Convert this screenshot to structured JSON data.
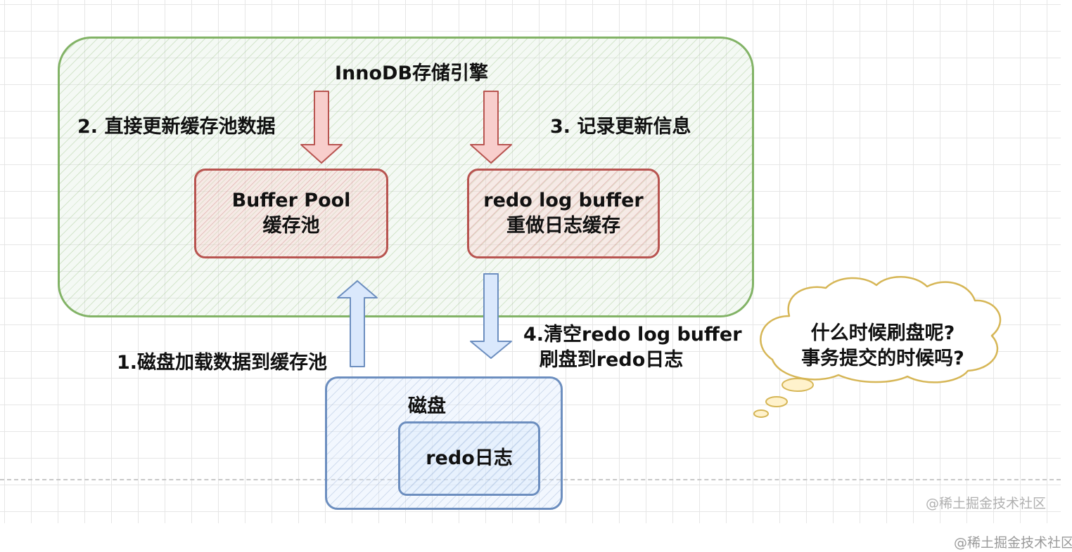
{
  "engine_label": "InnoDB存储引擎",
  "buffer_pool": {
    "line1": "Buffer Pool",
    "line2": "缓存池"
  },
  "redo_log_buffer": {
    "line1": "redo log buffer",
    "line2": "重做日志缓存"
  },
  "steps": {
    "step1": "1.磁盘加载数据到缓存池",
    "step2": "2. 直接更新缓存池数据",
    "step3": "3. 记录更新信息",
    "step4_line1": "4.清空redo log buffer",
    "step4_line2": "刷盘到redo日志"
  },
  "disk": {
    "label": "磁盘",
    "inner_label": "redo日志"
  },
  "thought_bubble": {
    "line1": "什么时候刷盘呢?",
    "line2": "事务提交的时候吗?"
  },
  "watermarks": {
    "inner": "@稀土掘金技术社区",
    "outer": "@稀土掘金技术社区"
  },
  "colors": {
    "engine_border": "#82b366",
    "buffer_border": "#b85450",
    "disk_border": "#6c8ebf",
    "red_arrow_fill": "#f8cecc",
    "blue_arrow_fill": "#dae8fc",
    "bubble_border": "#d6b656"
  },
  "icons": {
    "thought_bubble": "cloud-shape"
  }
}
